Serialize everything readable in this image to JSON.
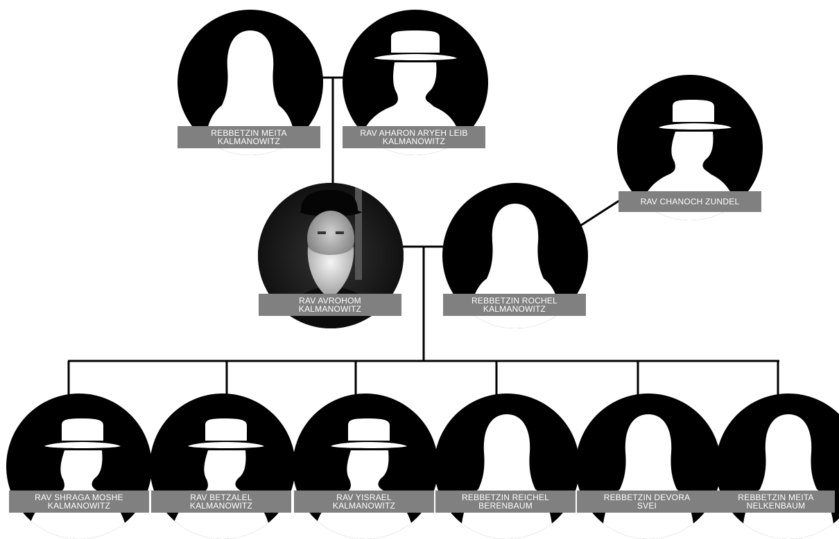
{
  "people": {
    "meita_k_sr": {
      "name": "REBBETZIN MEITA\nKALMANOWITZ",
      "avatar": "female-silhouette-icon"
    },
    "aharon": {
      "name": "RAV AHARON ARYEH LEIB\nKALMANOWITZ",
      "avatar": "male-hat-silhouette-icon"
    },
    "chanoch": {
      "name": "RAV CHANOCH ZUNDEL",
      "avatar": "male-hat-silhouette-icon"
    },
    "avrohom": {
      "name": "RAV AVROHOM\nKALMANOWITZ",
      "avatar": "portrait-photo-icon"
    },
    "rochel": {
      "name": "REBBETZIN ROCHEL\nKALMANOWITZ",
      "avatar": "female-silhouette-icon"
    },
    "shraga": {
      "name": "RAV SHRAGA MOSHE\nKALMANOWITZ",
      "avatar": "male-hat-silhouette-icon"
    },
    "betzalel": {
      "name": "RAV BETZALEL\nKALMANOWITZ",
      "avatar": "male-hat-silhouette-icon"
    },
    "yisrael": {
      "name": "RAV YISRAEL\nKALMANOWITZ",
      "avatar": "male-hat-silhouette-icon"
    },
    "reichel": {
      "name": "REBBETZIN REICHEL\nBERENBAUM",
      "avatar": "female-silhouette-icon"
    },
    "devora": {
      "name": "REBBETZIN DEVORA\nSVEI",
      "avatar": "female-silhouette-icon"
    },
    "meita_n": {
      "name": "REBBETZIN MEITA\nNELKENBAUM",
      "avatar": "female-silhouette-icon"
    }
  },
  "colors": {
    "circle": "#000000",
    "silhouette": "#ffffff",
    "plate": "#808080",
    "line": "#000000"
  }
}
